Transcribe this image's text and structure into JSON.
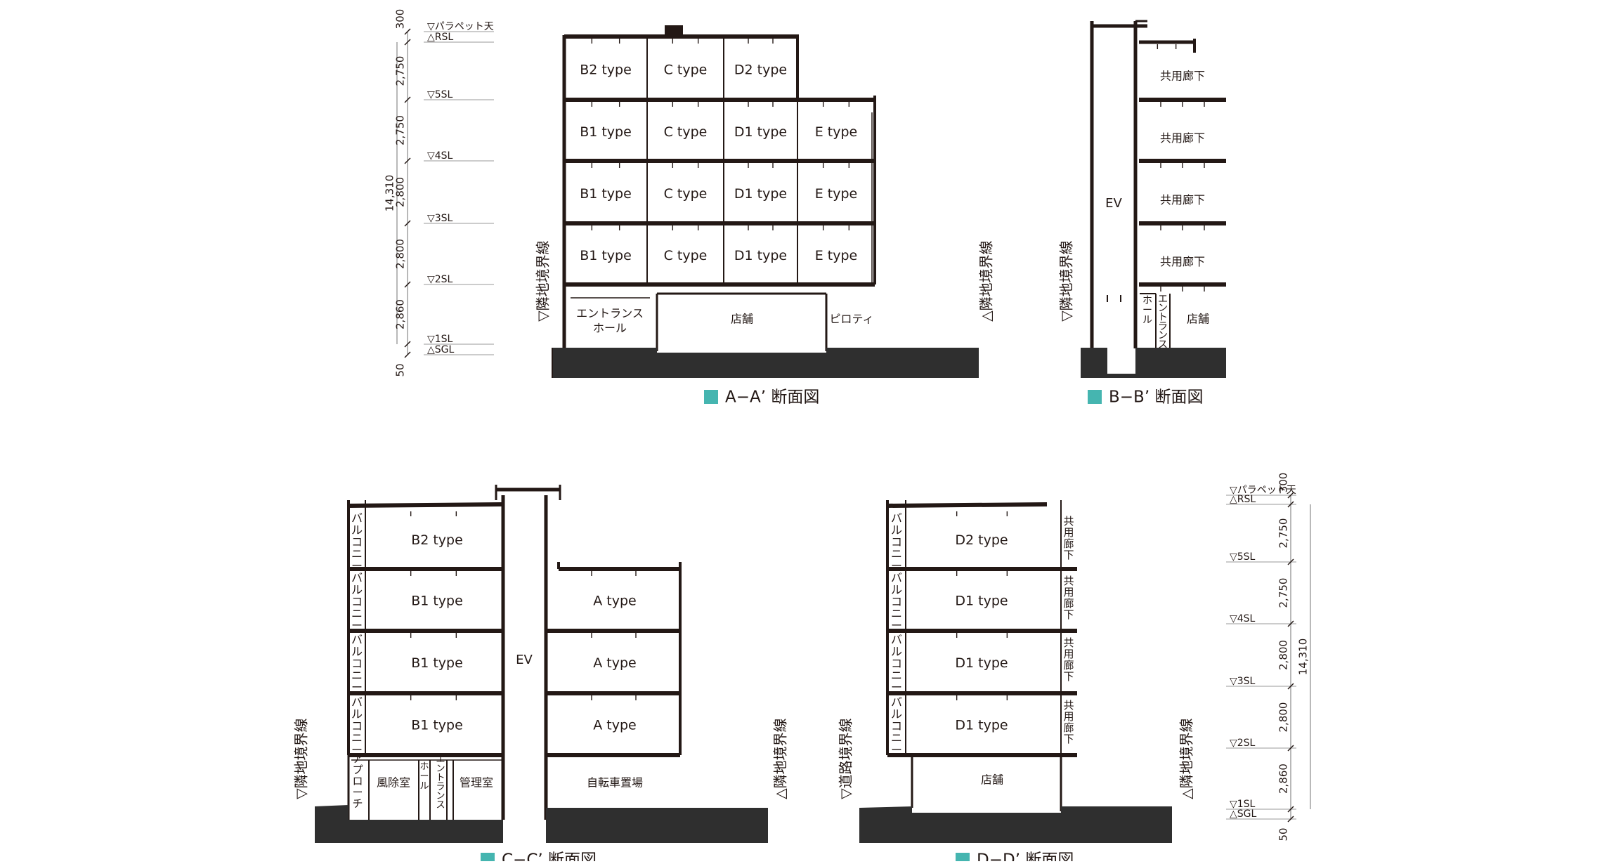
{
  "colors": {
    "ink": "#231815",
    "ground": "#2f2f2f",
    "accent": "#45b5b0",
    "dim_line": "#8a8a8a",
    "white": "#ffffff"
  },
  "dimensions": {
    "levels": [
      "▽パラペット天",
      "△RSL",
      "▽5SL",
      "▽4SL",
      "▽3SL",
      "▽2SL",
      "▽1SL",
      "△SGL"
    ],
    "intervals": [
      "300",
      "2,750",
      "2,750",
      "2,800",
      "2,800",
      "2,860",
      "50"
    ],
    "total": "14,310"
  },
  "sections": {
    "aa": {
      "caption": "A−A’ 断面図",
      "boundary_left": "▽隣地境界線",
      "boundary_right": "△隣地境界線",
      "rows": [
        [
          "B2 type",
          "C type",
          "D2 type"
        ],
        [
          "B1 type",
          "C type",
          "D1 type",
          "E type"
        ],
        [
          "B1 type",
          "C type",
          "D1 type",
          "E type"
        ],
        [
          "B1 type",
          "C type",
          "D1 type",
          "E type"
        ]
      ],
      "ground_floor": [
        "エントランス",
        "ホール",
        "店舗",
        "ピロティ"
      ]
    },
    "bb": {
      "caption": "B−B’ 断面図",
      "boundary_left": "▽隣地境界線",
      "ev": "EV",
      "corridors": [
        "共用廊下",
        "共用廊下",
        "共用廊下",
        "共用廊下"
      ],
      "ground_floor": [
        "ホール",
        "エントランス",
        "店舗"
      ]
    },
    "cc": {
      "caption": "C−C’ 断面図",
      "boundary_left": "▽隣地境界線",
      "boundary_right": "△隣地境界線",
      "balcony": "バルコニー",
      "left_rows": [
        "B2 type",
        "B1 type",
        "B1 type",
        "B1 type"
      ],
      "right_rows": [
        "A type",
        "A type",
        "A type"
      ],
      "ev": "EV",
      "ground_floor": [
        "アプローチ",
        "風除室",
        "ホール",
        "エントランス",
        "管理室",
        "自転車置場"
      ]
    },
    "dd": {
      "caption": "D−D’ 断面図",
      "boundary_left": "▽道路境界線",
      "boundary_right": "△隣地境界線",
      "balcony": "バルコニー",
      "corridor": "共用廊下",
      "rows": [
        "D2 type",
        "D1 type",
        "D1 type",
        "D1 type"
      ],
      "ground_floor": [
        "店舗"
      ]
    }
  }
}
